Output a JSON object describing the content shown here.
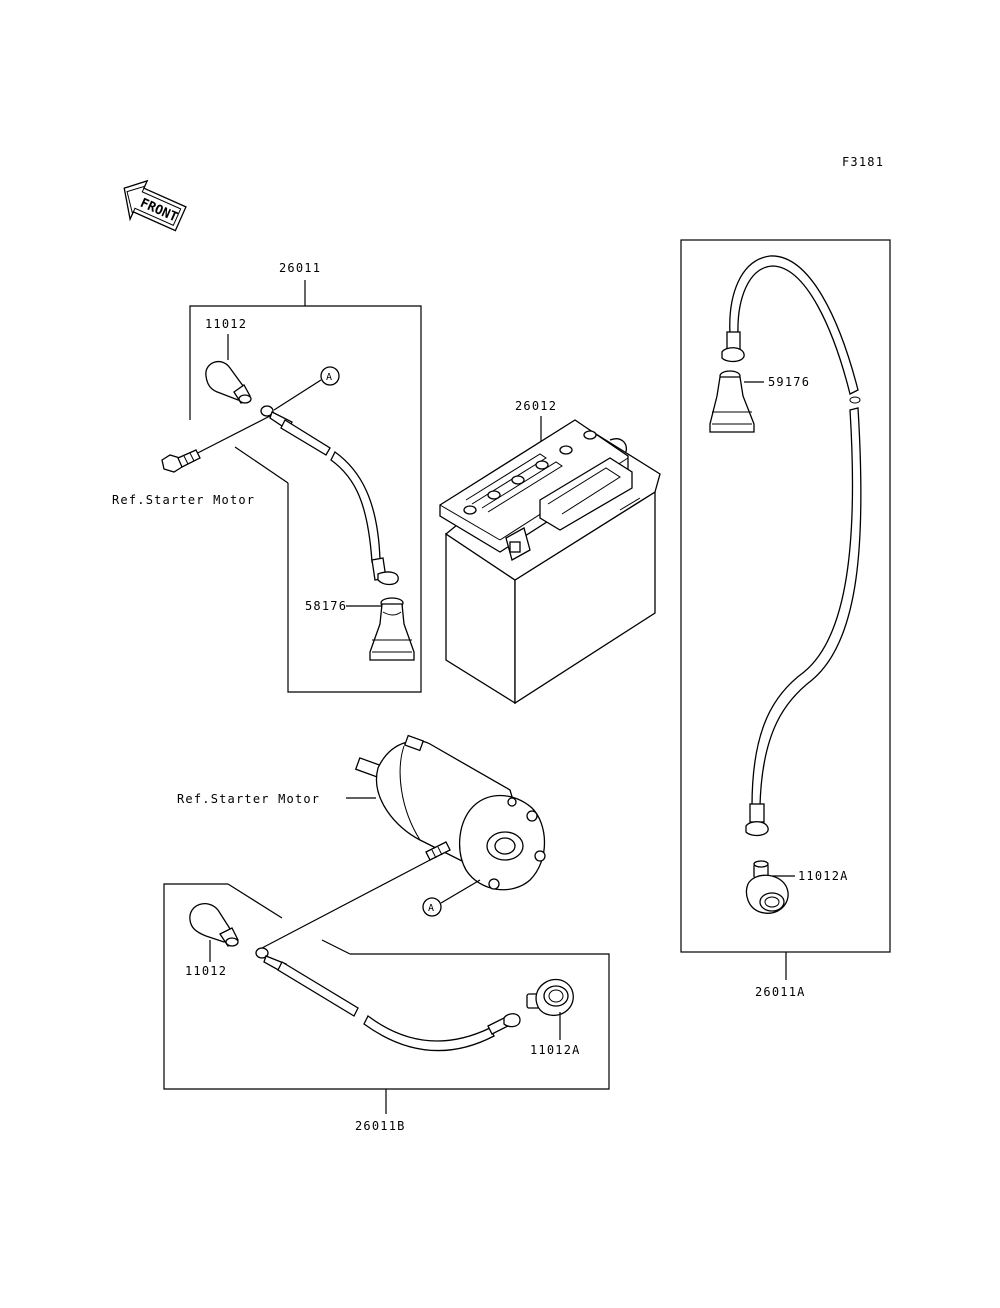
{
  "figure_code": "F3181",
  "front_label": "FRONT",
  "callout_a": "A",
  "labels": {
    "kit_26011": "26011",
    "cap_11012_top": "11012",
    "ref_starter_motor_top": "Ref.Starter Motor",
    "boot_58176": "58176",
    "battery_26012": "26012",
    "boot_59176": "59176",
    "cap_11012a_right": "11012A",
    "kit_26011a": "26011A",
    "ref_starter_motor_mid": "Ref.Starter Motor",
    "cap_11012_bottom": "11012",
    "cap_11012a_bottom": "11012A",
    "kit_26011b": "26011B"
  }
}
